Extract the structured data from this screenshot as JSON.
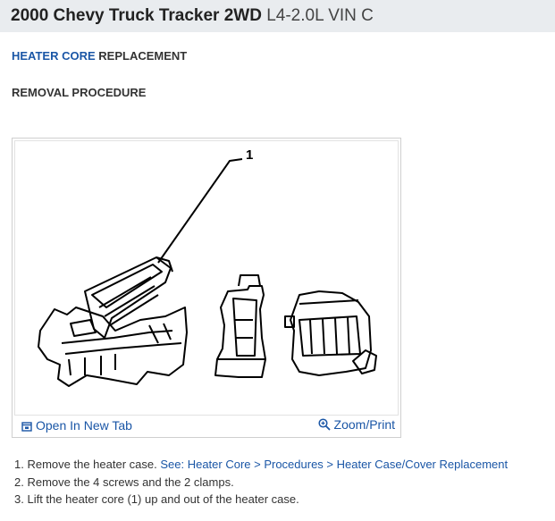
{
  "header": {
    "vehicle": "2000 Chevy Truck Tracker 2WD",
    "engine": "L4-2.0L VIN C"
  },
  "section": {
    "link": "HEATER CORE",
    "rest": "REPLACEMENT"
  },
  "procedure_title": "REMOVAL PROCEDURE",
  "figure": {
    "callout": "1",
    "open_tab": "Open In New Tab",
    "zoom": "Zoom/Print"
  },
  "steps": [
    {
      "num": "1.",
      "text": "Remove the heater case.",
      "link": "See: Heater Core > Procedures > Heater Case/Cover Replacement"
    },
    {
      "num": "2.",
      "text": "Remove the 4 screws and the 2 clamps."
    },
    {
      "num": "3.",
      "text": "Lift the heater core (1) up and out of the heater case."
    }
  ],
  "colors": {
    "link": "#1a56a6",
    "header_bg": "#e9ecef"
  },
  "icons": [
    "open-tab-icon",
    "zoom-icon"
  ]
}
